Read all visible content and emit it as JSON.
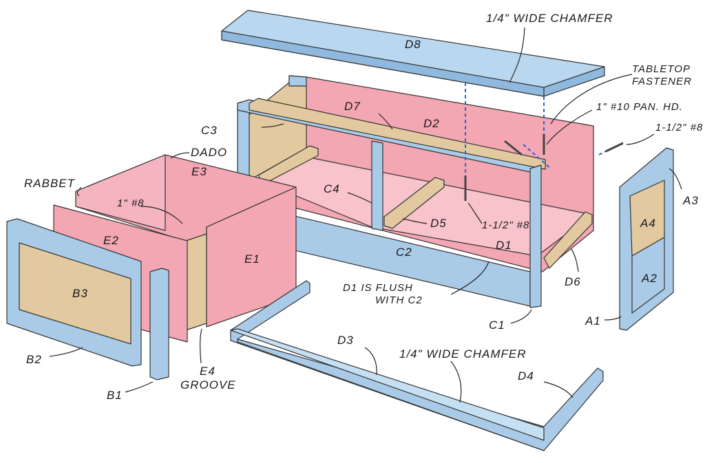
{
  "colors": {
    "blue_frame": "#a9cbe8",
    "pink_panel": "#f3a7b3",
    "tan_wood": "#e2c9a0",
    "fastener_line": "#2f5fd0"
  },
  "labels": {
    "d8": "D8",
    "chamfer_top": "1/4\" WIDE CHAMFER",
    "tabletop_fastener_1": "TABLETOP",
    "tabletop_fastener_2": "FASTENER",
    "pan_hd": "1\" #10 PAN. HD.",
    "screw_a3": "1-1/2\" #8",
    "d7": "D7",
    "d2": "D2",
    "c3": "C3",
    "dado": "DADO",
    "rabbet": "RABBET",
    "e3": "E3",
    "screw_e": "1\" #8",
    "c4": "C4",
    "d5": "D5",
    "screw_d5": "1-1/2\" #8",
    "a3": "A3",
    "a4": "A4",
    "a2": "A2",
    "a1": "A1",
    "e2": "E2",
    "e1": "E1",
    "c2": "C2",
    "d1": "D1",
    "d6": "D6",
    "flush_1": "D1 IS FLUSH",
    "flush_2": "WITH C2",
    "c1": "C1",
    "b3": "B3",
    "b2": "B2",
    "b1": "B1",
    "e4": "E4",
    "groove": "GROOVE",
    "d3": "D3",
    "chamfer_base": "1/4\" WIDE CHAMFER",
    "d4": "D4"
  }
}
